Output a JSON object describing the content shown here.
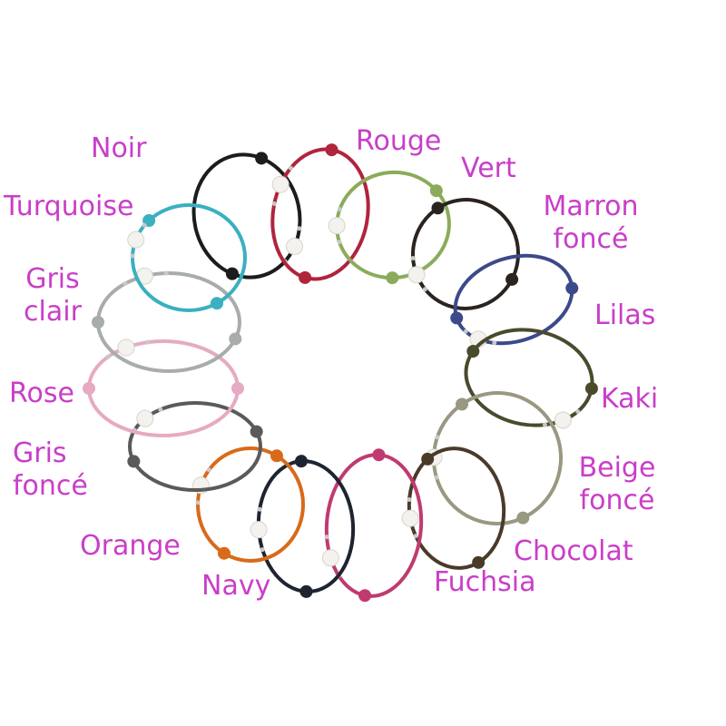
{
  "colors": {
    "label": "#c93ec9",
    "pearl": "#f4f2ee",
    "clasp": "#c8c8c8"
  },
  "bracelets": [
    {
      "key": "noir",
      "label": "Noir",
      "color": "#1c1c1c"
    },
    {
      "key": "rouge",
      "label": "Rouge",
      "color": "#b0243c"
    },
    {
      "key": "vert",
      "label": "Vert",
      "color": "#8aac5a"
    },
    {
      "key": "marron-fonce",
      "label": "Marron foncé",
      "color": "#2a2420"
    },
    {
      "key": "lilas",
      "label": "Lilas",
      "color": "#3c4a8a"
    },
    {
      "key": "kaki",
      "label": "Kaki",
      "color": "#4a4a2c"
    },
    {
      "key": "beige-fonce",
      "label": "Beige foncé",
      "color": "#9a9880"
    },
    {
      "key": "chocolat",
      "label": "Chocolat",
      "color": "#4a3a2a"
    },
    {
      "key": "fuchsia",
      "label": "Fuchsia",
      "color": "#c03a70"
    },
    {
      "key": "navy",
      "label": "Navy",
      "color": "#1e2430"
    },
    {
      "key": "orange",
      "label": "Orange",
      "color": "#d86a1a"
    },
    {
      "key": "gris-fonce",
      "label": "Gris foncé",
      "color": "#5a5a5a"
    },
    {
      "key": "rose",
      "label": "Rose",
      "color": "#e6aac2"
    },
    {
      "key": "gris-clair",
      "label": "Gris clair",
      "color": "#a8acac"
    },
    {
      "key": "turquoise",
      "label": "Turquoise",
      "color": "#3ab0c0"
    }
  ]
}
